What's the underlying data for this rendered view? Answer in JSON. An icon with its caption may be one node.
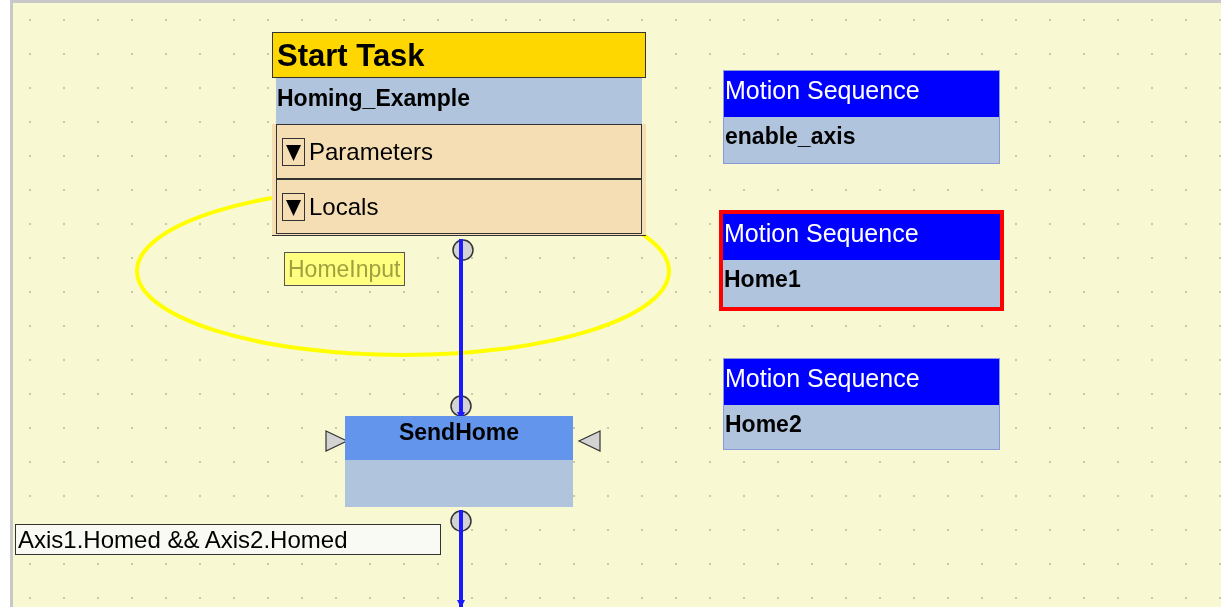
{
  "diagram": {
    "nodes": [
      {
        "text": [
          "Start Task",
          "Homing_Example"
        ]
      },
      {
        "text": [
          "Parameters"
        ],
        "in": 0
      },
      {
        "text": [
          "Locals"
        ],
        "in": 0
      },
      {
        "text": [
          "SendHome"
        ]
      },
      {
        "text": [
          "Motion Sequence",
          "enable_axis"
        ]
      },
      {
        "text": [
          "Motion Sequence",
          "Home1"
        ]
      },
      {
        "text": [
          "Motion Sequence",
          "Home2"
        ]
      }
    ],
    "edges": [
      {
        "from": 0,
        "to": 3,
        "arrow": "to",
        "label": "HomeInput"
      },
      {
        "from": 3,
        "to": null,
        "arrow": "to",
        "label": "Axis1.Homed && Axis2.Homed"
      }
    ]
  }
}
